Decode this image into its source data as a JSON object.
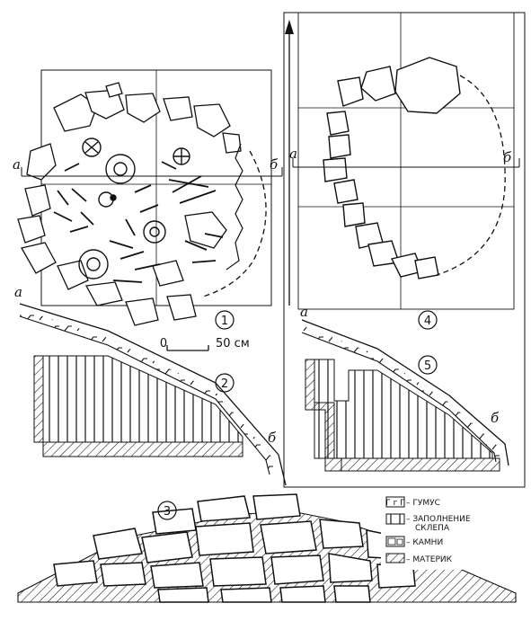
{
  "panels": {
    "p1": {
      "number": "1",
      "left_label": "а",
      "right_label": "б",
      "scale_zero": "0",
      "scale_text": "50 см"
    },
    "p2": {
      "number": "2",
      "left_label": "а",
      "right_label": "б"
    },
    "p3": {
      "number": "3"
    },
    "p4": {
      "number": "4",
      "left_label": "а",
      "right_label": "б"
    },
    "p5": {
      "number": "5",
      "left_label": "а",
      "right_label": "б"
    }
  },
  "legend": {
    "items": [
      {
        "swatch": "Г г Г",
        "text": "– ГУМУС"
      },
      {
        "swatch": "",
        "text": "– ЗАПОЛНЕНИЕ",
        "text2": "СКЛЕПА"
      },
      {
        "swatch": "",
        "text": "– КАМНИ"
      },
      {
        "swatch": "",
        "text": "– МАТЕРИК"
      }
    ]
  }
}
